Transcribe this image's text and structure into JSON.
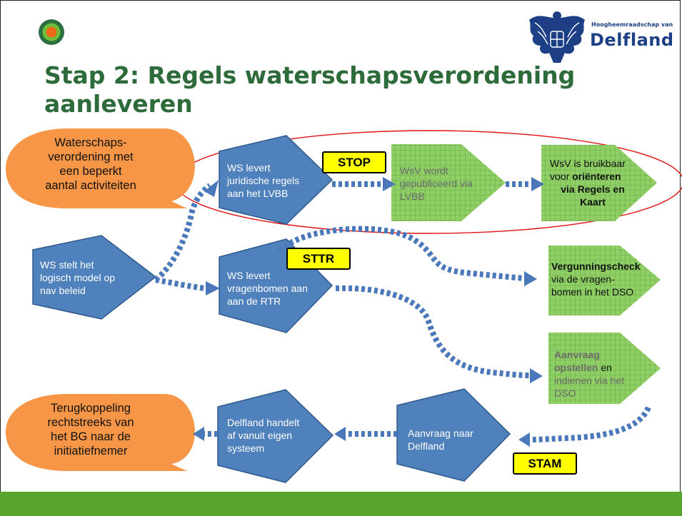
{
  "slide": {
    "title": "Stap 2: Regels waterschapsverordening aanleveren",
    "logo": {
      "small_text": "Hoogheemraadschap van",
      "name": "Delfland"
    }
  },
  "colors": {
    "title": "#2e6b3a",
    "blue_shape": "#4f81bd",
    "green_shape": "#8fcf66",
    "orange_shape": "#f79646",
    "badge": "#ffff00",
    "bottom_bar": "#58a52c",
    "ellipse_outline": "#e01010"
  },
  "shapes": {
    "orange_top": [
      "Waterschaps-",
      "verordening met",
      "een beperkt",
      "aantal activiteiten"
    ],
    "orange_bottom": [
      "Terugkoppeling",
      "rechtstreeks van",
      "het BG naar de",
      "initiatiefnemer"
    ],
    "ws_logisch": [
      "WS stelt het",
      "logisch model op",
      "nav beleid"
    ],
    "ws_juridisch": [
      "WS levert",
      "juridische regels",
      "aan het LVBB"
    ],
    "ws_vragenbomen": [
      "WS levert",
      "vragenbomen aan",
      "aan de RTR"
    ],
    "wsv_gepubliceerd": [
      "WsV wordt",
      "gepubliceerd via",
      "LVBB"
    ],
    "wsv_bruikbaar": {
      "line1": "WsV is bruikbaar",
      "line2_prefix": "voor ",
      "line2_bold": "oriënteren",
      "line3_bold": "via Regels en",
      "line4_bold": "Kaart"
    },
    "vergunningscheck": {
      "bold": "Vergunningscheck",
      "line2": "via de vragen-",
      "line3": "bomen in het DSO"
    },
    "aanvraag_opstellen": {
      "bold1": "Aanvraag",
      "bold2": "opstellen",
      "rest2": " en",
      "line3": "indienen via het",
      "line4": "DSO"
    },
    "aanvraag_delfland": [
      "Aanvraag naar",
      "Delfland"
    ],
    "delfland_handelt": [
      "Delfland handelt",
      "af vanuit eigen",
      "systeem"
    ]
  },
  "badges": {
    "stop": "STOP",
    "sttr": "STTR",
    "stam": "STAM"
  }
}
